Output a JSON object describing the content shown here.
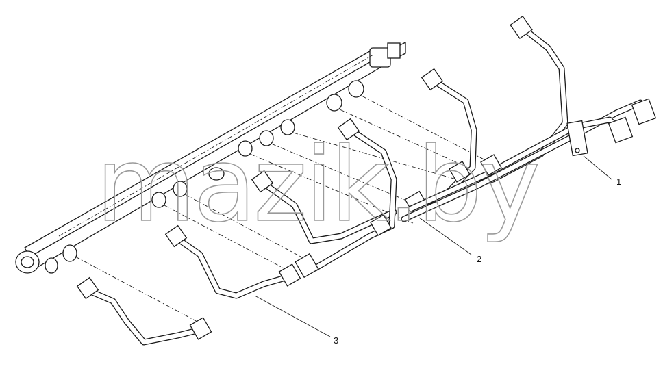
{
  "diagram": {
    "watermark": "mazik.by",
    "callouts": [
      {
        "id": "1",
        "label": "1"
      },
      {
        "id": "2",
        "label": "2"
      },
      {
        "id": "3",
        "label": "3"
      }
    ]
  }
}
